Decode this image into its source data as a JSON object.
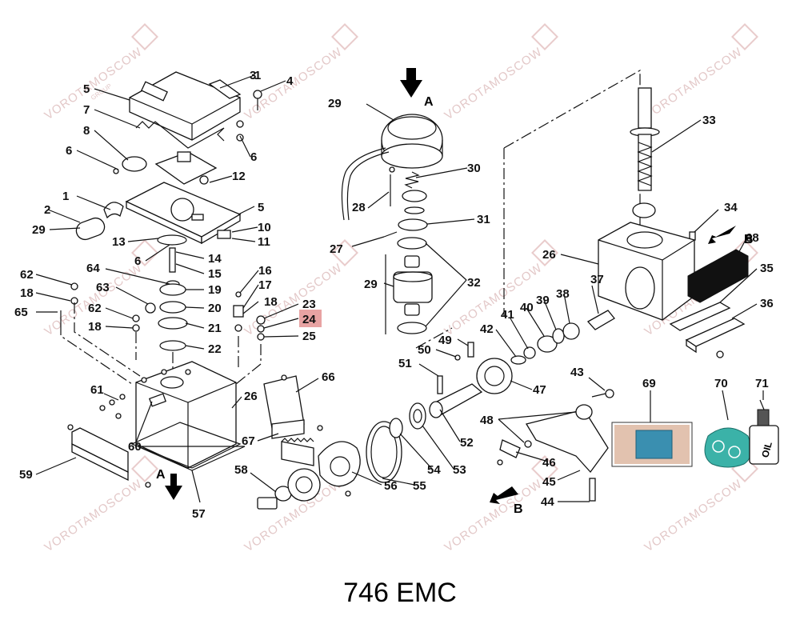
{
  "title": "746 EMC",
  "direction_labels": [
    "A",
    "A",
    "B",
    "B"
  ],
  "watermark": {
    "main": "VOROTAMOSCOW",
    "sub": "GROUP"
  },
  "highlight_color": "#e8a3a3",
  "oil_label": "OIL",
  "callouts": [
    "1",
    "2",
    "3",
    "4",
    "5",
    "5",
    "6",
    "6",
    "6",
    "7",
    "8",
    "10",
    "11",
    "12",
    "13",
    "14",
    "15",
    "16",
    "17",
    "18",
    "18",
    "18",
    "19",
    "20",
    "21",
    "22",
    "23",
    "24",
    "25",
    "26",
    "26",
    "27",
    "28",
    "29",
    "29",
    "29",
    "30",
    "31",
    "32",
    "33",
    "34",
    "35",
    "36",
    "37",
    "38",
    "39",
    "40",
    "41",
    "42",
    "43",
    "44",
    "45",
    "46",
    "47",
    "48",
    "49",
    "50",
    "51",
    "52",
    "53",
    "54",
    "55",
    "56",
    "57",
    "58",
    "59",
    "60",
    "61",
    "62",
    "62",
    "63",
    "64",
    "65",
    "66",
    "67",
    "68",
    "69",
    "70",
    "71"
  ],
  "highlighted_callout": "24"
}
